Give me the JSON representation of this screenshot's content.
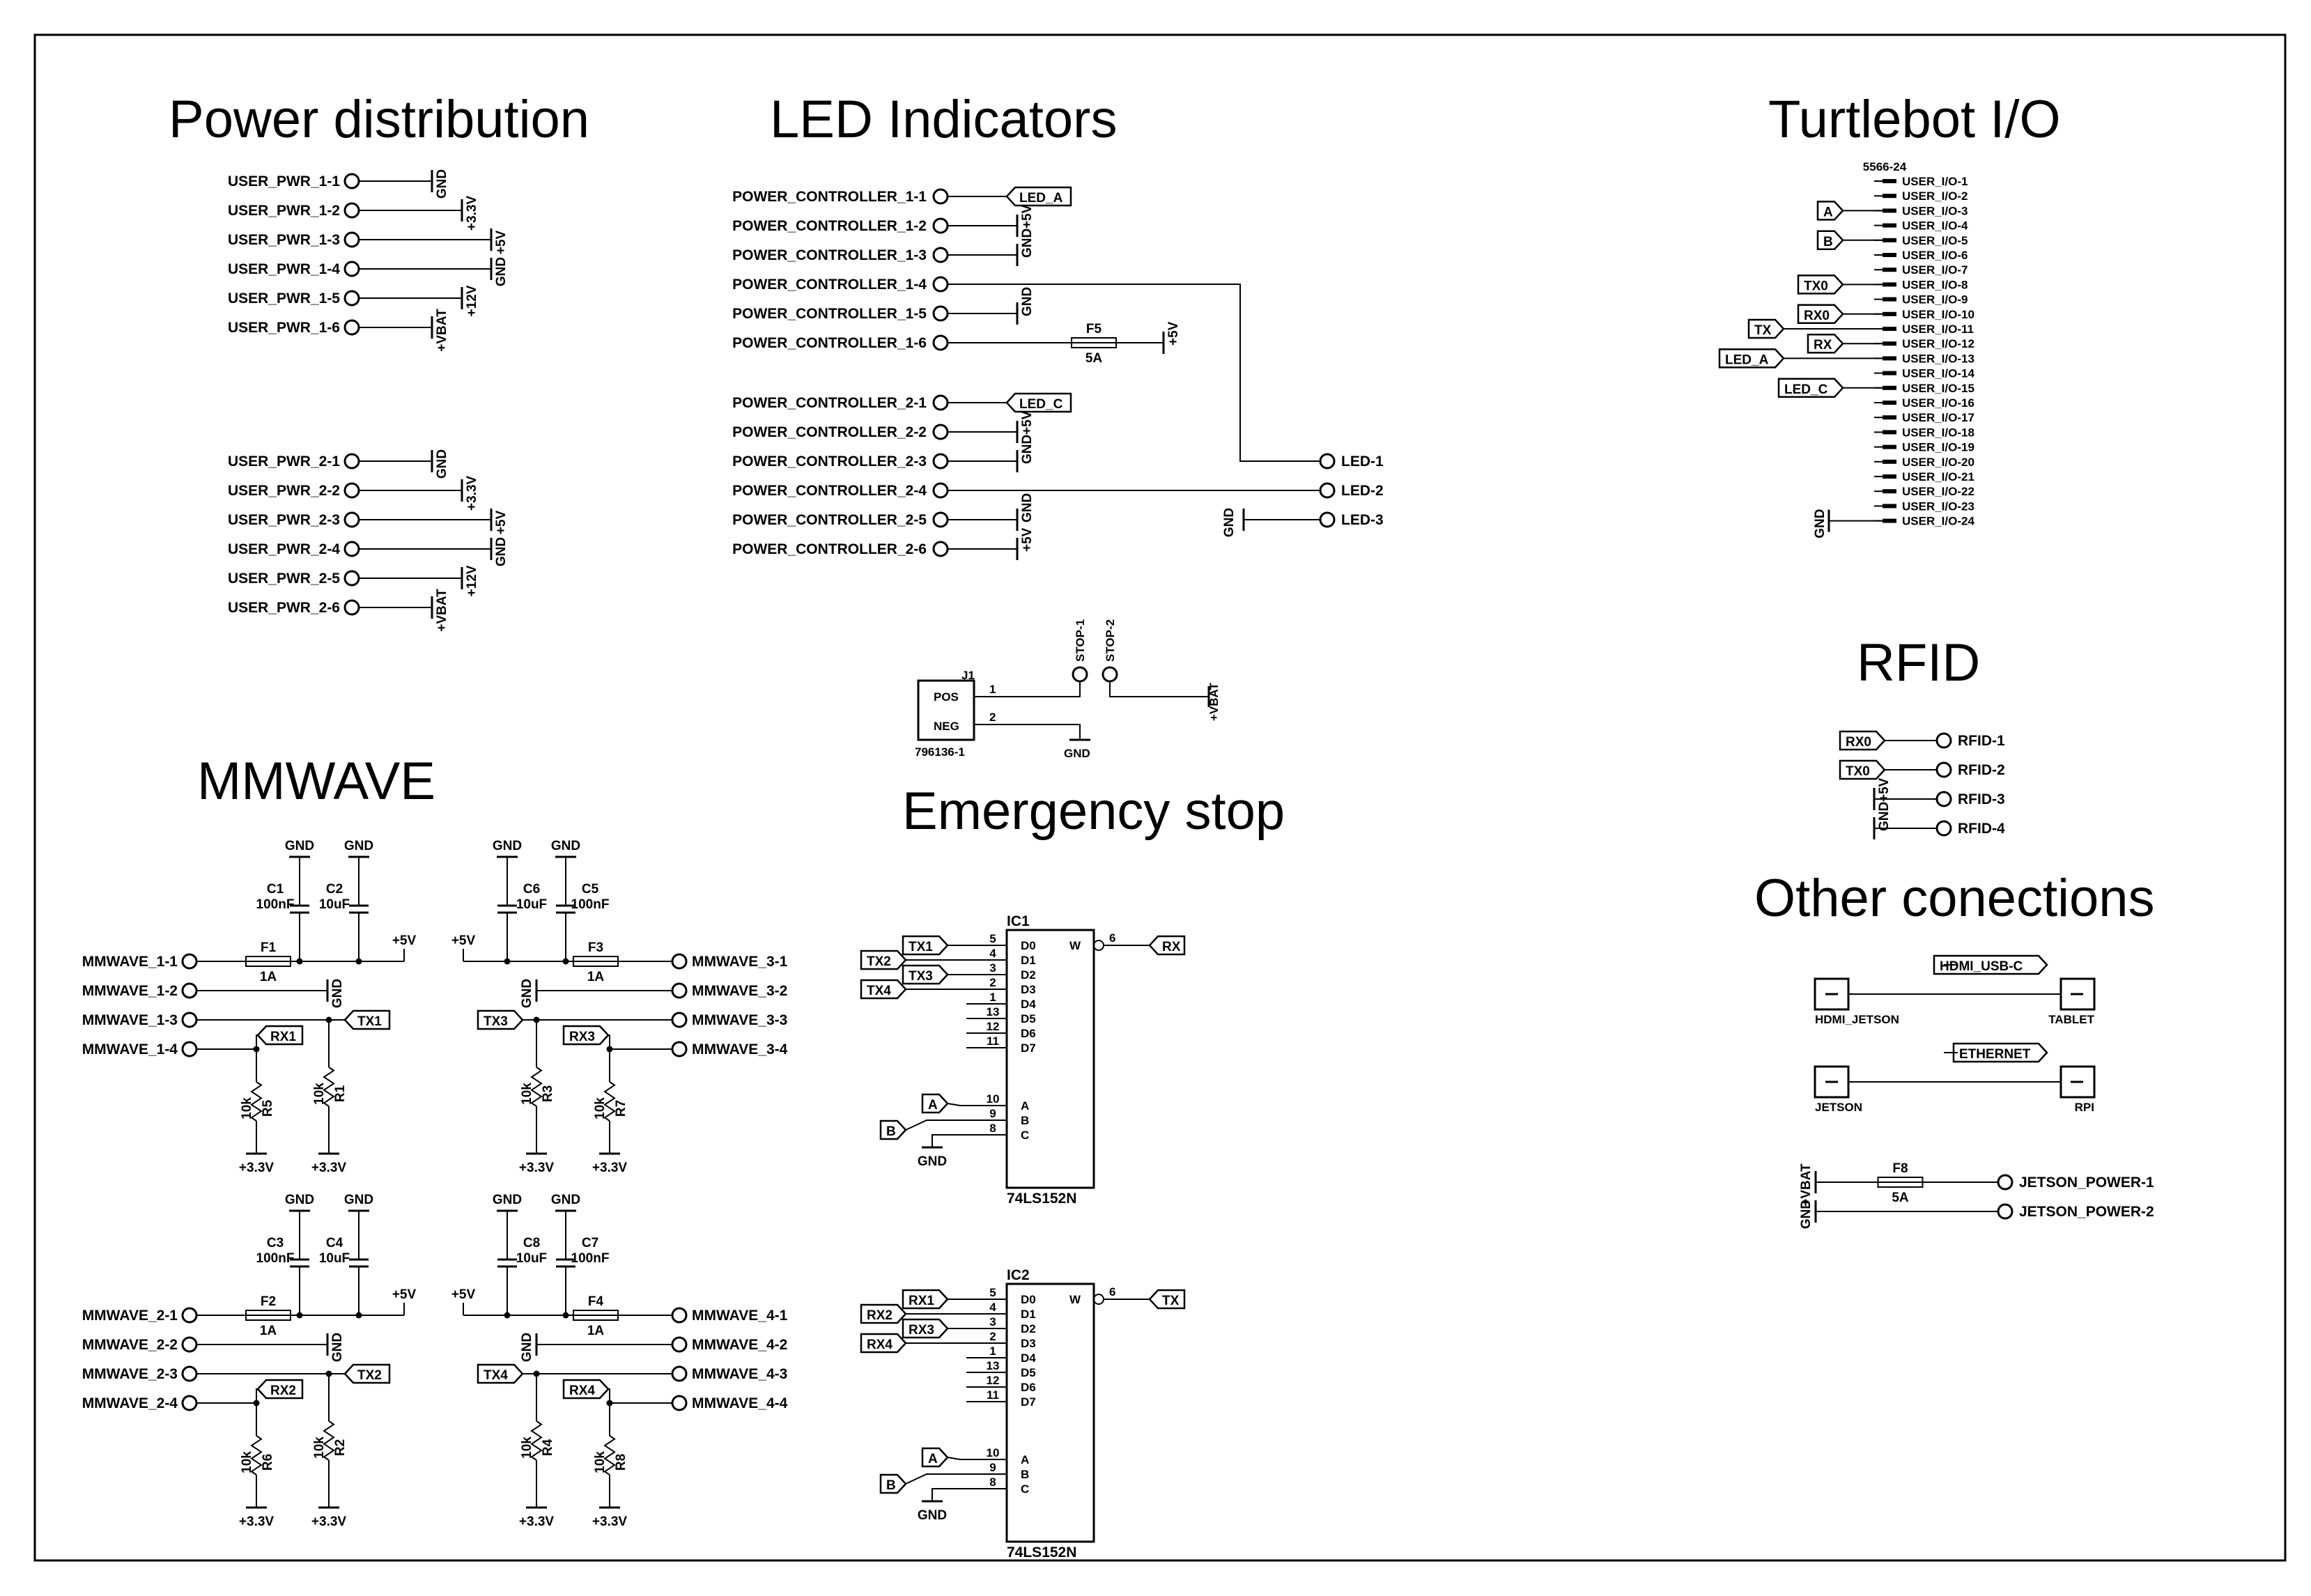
{
  "titles": {
    "power": "Power distribution",
    "led": "LED Indicators",
    "turtlebot": "Turtlebot I/O",
    "rfid": "RFID",
    "mmwave": "MMWAVE",
    "estop": "Emergency stop",
    "other": "Other conections"
  },
  "power": {
    "group1": [
      "USER_PWR_1-1",
      "USER_PWR_1-2",
      "USER_PWR_1-3",
      "USER_PWR_1-4",
      "USER_PWR_1-5",
      "USER_PWR_1-6"
    ],
    "group2": [
      "USER_PWR_2-1",
      "USER_PWR_2-2",
      "USER_PWR_2-3",
      "USER_PWR_2-4",
      "USER_PWR_2-5",
      "USER_PWR_2-6"
    ],
    "rails": [
      "GND",
      "+3.3V",
      "+5V",
      "GND",
      "+12V",
      "+VBAT"
    ]
  },
  "led": {
    "group1": [
      "POWER_CONTROLLER_1-1",
      "POWER_CONTROLLER_1-2",
      "POWER_CONTROLLER_1-3",
      "POWER_CONTROLLER_1-4",
      "POWER_CONTROLLER_1-5",
      "POWER_CONTROLLER_1-6"
    ],
    "group2": [
      "POWER_CONTROLLER_2-1",
      "POWER_CONTROLLER_2-2",
      "POWER_CONTROLLER_2-3",
      "POWER_CONTROLLER_2-4",
      "POWER_CONTROLLER_2-5",
      "POWER_CONTROLLER_2-6"
    ],
    "tag_a": "LED_A",
    "tag_c": "LED_C",
    "plus5": "+5V",
    "gnd": "GND",
    "fuse_ref": "F5",
    "fuse_val": "5A",
    "leds": [
      "LED-1",
      "LED-2",
      "LED-3"
    ]
  },
  "estop": {
    "conn_ref": "J1",
    "pos": "POS",
    "neg": "NEG",
    "part": "796136-1",
    "pin1": "1",
    "pin2": "2",
    "stops": [
      "STOP-1",
      "STOP-2"
    ],
    "gnd": "GND",
    "vbat": "+VBAT"
  },
  "turtlebot": {
    "header": "5566-24",
    "pins": [
      "USER_I/O-1",
      "USER_I/O-2",
      "USER_I/O-3",
      "USER_I/O-4",
      "USER_I/O-5",
      "USER_I/O-6",
      "USER_I/O-7",
      "USER_I/O-8",
      "USER_I/O-9",
      "USER_I/O-10",
      "USER_I/O-11",
      "USER_I/O-12",
      "USER_I/O-13",
      "USER_I/O-14",
      "USER_I/O-15",
      "USER_I/O-16",
      "USER_I/O-17",
      "USER_I/O-18",
      "USER_I/O-19",
      "USER_I/O-20",
      "USER_I/O-21",
      "USER_I/O-22",
      "USER_I/O-23",
      "USER_I/O-24"
    ],
    "tags": [
      {
        "pin": 3,
        "label": "A"
      },
      {
        "pin": 5,
        "label": "B"
      },
      {
        "pin": 8,
        "label": "TX0"
      },
      {
        "pin": 10,
        "label": "RX0"
      },
      {
        "pin": 11,
        "label": "TX"
      },
      {
        "pin": 12,
        "label": "RX"
      },
      {
        "pin": 13,
        "label": "LED_A"
      },
      {
        "pin": 15,
        "label": "LED_C"
      }
    ],
    "gnd": "GND"
  },
  "rfid": {
    "pins": [
      "RFID-1",
      "RFID-2",
      "RFID-3",
      "RFID-4"
    ],
    "tags": [
      "RX0",
      "TX0"
    ],
    "plus5": "+5V",
    "gnd": "GND"
  },
  "mmwave": {
    "blocks": [
      {
        "pins": [
          "MMWAVE_1-1",
          "MMWAVE_1-2",
          "MMWAVE_1-3",
          "MMWAVE_1-4"
        ],
        "caps": [
          {
            "ref": "C1",
            "val": "100nF"
          },
          {
            "ref": "C2",
            "val": "10uF"
          }
        ],
        "fuse": {
          "ref": "F1",
          "val": "1A"
        },
        "tx": "TX1",
        "rx": "RX1",
        "res": [
          {
            "ref": "R5",
            "val": "10k"
          },
          {
            "ref": "R1",
            "val": "10k"
          }
        ]
      },
      {
        "pins": [
          "MMWAVE_3-1",
          "MMWAVE_3-2",
          "MMWAVE_3-3",
          "MMWAVE_3-4"
        ],
        "caps": [
          {
            "ref": "C6",
            "val": "10uF"
          },
          {
            "ref": "C5",
            "val": "100nF"
          }
        ],
        "fuse": {
          "ref": "F3",
          "val": "1A"
        },
        "tx": "TX3",
        "rx": "RX3",
        "res": [
          {
            "ref": "R3",
            "val": "10k"
          },
          {
            "ref": "R7",
            "val": "10k"
          }
        ]
      },
      {
        "pins": [
          "MMWAVE_2-1",
          "MMWAVE_2-2",
          "MMWAVE_2-3",
          "MMWAVE_2-4"
        ],
        "caps": [
          {
            "ref": "C3",
            "val": "100nF"
          },
          {
            "ref": "C4",
            "val": "10uF"
          }
        ],
        "fuse": {
          "ref": "F2",
          "val": "1A"
        },
        "tx": "TX2",
        "rx": "RX2",
        "res": [
          {
            "ref": "R6",
            "val": "10k"
          },
          {
            "ref": "R2",
            "val": "10k"
          }
        ]
      },
      {
        "pins": [
          "MMWAVE_4-1",
          "MMWAVE_4-2",
          "MMWAVE_4-3",
          "MMWAVE_4-4"
        ],
        "caps": [
          {
            "ref": "C8",
            "val": "10uF"
          },
          {
            "ref": "C7",
            "val": "100nF"
          }
        ],
        "fuse": {
          "ref": "F4",
          "val": "1A"
        },
        "tx": "TX4",
        "rx": "RX4",
        "res": [
          {
            "ref": "R4",
            "val": "10k"
          },
          {
            "ref": "R8",
            "val": "10k"
          }
        ]
      }
    ],
    "gnd": "GND",
    "plus5": "+5V",
    "v33": "+3.3V"
  },
  "mux": [
    {
      "ref": "IC1",
      "part": "74LS152N",
      "inputs": [
        "TX1",
        "TX2",
        "TX3",
        "TX4"
      ],
      "output": "RX",
      "sel_a": "A",
      "sel_b": "B",
      "gnd": "GND"
    },
    {
      "ref": "IC2",
      "part": "74LS152N",
      "inputs": [
        "RX1",
        "RX2",
        "RX3",
        "RX4"
      ],
      "output": "TX",
      "sel_a": "A",
      "sel_b": "B",
      "gnd": "GND"
    }
  ],
  "mux_pins": {
    "names": [
      "D0",
      "D1",
      "D2",
      "D3",
      "D4",
      "D5",
      "D6",
      "D7",
      "A",
      "B",
      "C",
      "W"
    ],
    "numbers": [
      "5",
      "4",
      "3",
      "2",
      "1",
      "13",
      "12",
      "11",
      "10",
      "9",
      "8",
      "6"
    ]
  },
  "other": {
    "hdmi_tag": "HDMI_USB-C",
    "hdmi_left": "HDMI_JETSON",
    "hdmi_right": "TABLET",
    "eth_tag": "ETHERNET",
    "eth_left": "JETSON",
    "eth_right": "RPI",
    "vbat": "+VBAT",
    "gnd": "GND",
    "fuse_ref": "F8",
    "fuse_val": "5A",
    "power_pins": [
      "JETSON_POWER-1",
      "JETSON_POWER-2"
    ]
  }
}
